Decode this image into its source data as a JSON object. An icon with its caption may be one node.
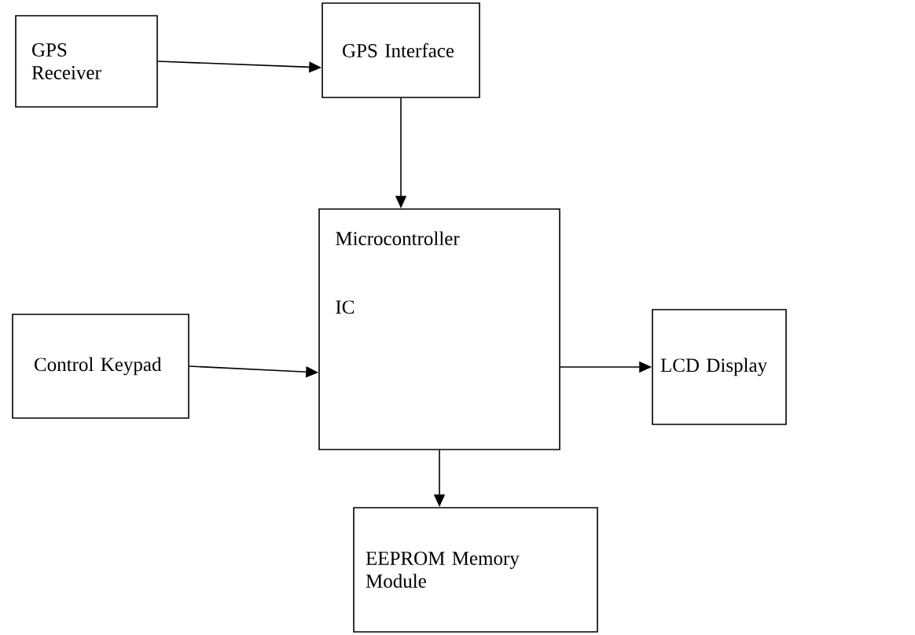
{
  "diagram": {
    "nodes": [
      {
        "text": [
          "GPS Receiver"
        ]
      },
      {
        "text": [
          "GPS Interface"
        ]
      },
      {
        "text": [
          "Microcontroller",
          "IC"
        ]
      },
      {
        "text": [
          "Control Keypad"
        ]
      },
      {
        "text": [
          "LCD Display"
        ]
      },
      {
        "text": [
          "EEPROM Memory Module"
        ]
      }
    ],
    "edges": [
      {
        "from": 0,
        "to": 1,
        "arrow": "to"
      },
      {
        "from": 1,
        "to": 2,
        "arrow": "to"
      },
      {
        "from": 3,
        "to": 2,
        "arrow": "to"
      },
      {
        "from": 2,
        "to": 4,
        "arrow": "to"
      },
      {
        "from": 2,
        "to": 5,
        "arrow": "to"
      }
    ]
  }
}
